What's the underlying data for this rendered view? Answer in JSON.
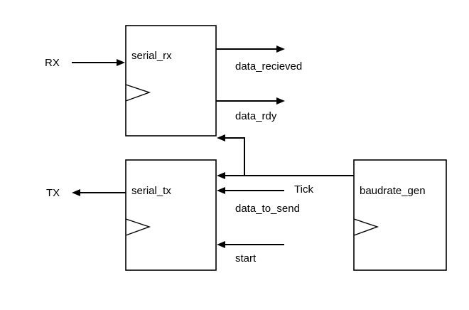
{
  "blocks": {
    "serial_rx": "serial_rx",
    "serial_tx": "serial_tx",
    "baudrate_gen": "baudrate_gen"
  },
  "signals": {
    "rx": "RX",
    "tx": "TX",
    "data_recieved": "data_recieved",
    "data_rdy": "data_rdy",
    "tick": "Tick",
    "data_to_send": "data_to_send",
    "start": "start"
  }
}
